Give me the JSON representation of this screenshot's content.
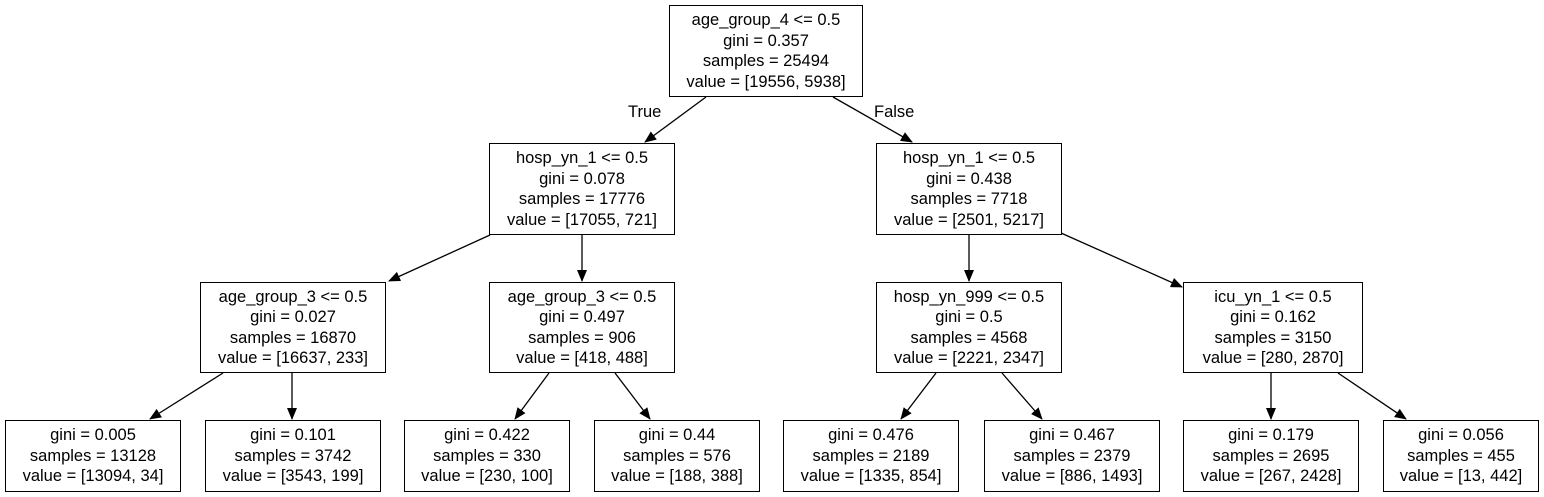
{
  "tree": {
    "edge_labels": {
      "true_label": "True",
      "false_label": "False"
    },
    "nodes": {
      "root": {
        "split": "age_group_4 <= 0.5",
        "gini": "gini = 0.357",
        "samples": "samples = 25494",
        "value": "value = [19556, 5938]"
      },
      "l": {
        "split": "hosp_yn_1 <= 0.5",
        "gini": "gini = 0.078",
        "samples": "samples = 17776",
        "value": "value = [17055, 721]"
      },
      "r": {
        "split": "hosp_yn_1 <= 0.5",
        "gini": "gini = 0.438",
        "samples": "samples = 7718",
        "value": "value = [2501, 5217]"
      },
      "ll": {
        "split": "age_group_3 <= 0.5",
        "gini": "gini = 0.027",
        "samples": "samples = 16870",
        "value": "value = [16637, 233]"
      },
      "lr": {
        "split": "age_group_3 <= 0.5",
        "gini": "gini = 0.497",
        "samples": "samples = 906",
        "value": "value = [418, 488]"
      },
      "rl": {
        "split": "hosp_yn_999 <= 0.5",
        "gini": "gini = 0.5",
        "samples": "samples = 4568",
        "value": "value = [2221, 2347]"
      },
      "rr": {
        "split": "icu_yn_1 <= 0.5",
        "gini": "gini = 0.162",
        "samples": "samples = 3150",
        "value": "value = [280, 2870]"
      },
      "lll": {
        "gini": "gini = 0.005",
        "samples": "samples = 13128",
        "value": "value = [13094, 34]"
      },
      "llr": {
        "gini": "gini = 0.101",
        "samples": "samples = 3742",
        "value": "value = [3543, 199]"
      },
      "lrl": {
        "gini": "gini = 0.422",
        "samples": "samples = 330",
        "value": "value = [230, 100]"
      },
      "lrr": {
        "gini": "gini = 0.44",
        "samples": "samples = 576",
        "value": "value = [188, 388]"
      },
      "rll": {
        "gini": "gini = 0.476",
        "samples": "samples = 2189",
        "value": "value = [1335, 854]"
      },
      "rlr": {
        "gini": "gini = 0.467",
        "samples": "samples = 2379",
        "value": "value = [886, 1493]"
      },
      "rrl": {
        "gini": "gini = 0.179",
        "samples": "samples = 2695",
        "value": "value = [267, 2428]"
      },
      "rrr": {
        "gini": "gini = 0.056",
        "samples": "samples = 455",
        "value": "value = [13, 442]"
      }
    }
  }
}
